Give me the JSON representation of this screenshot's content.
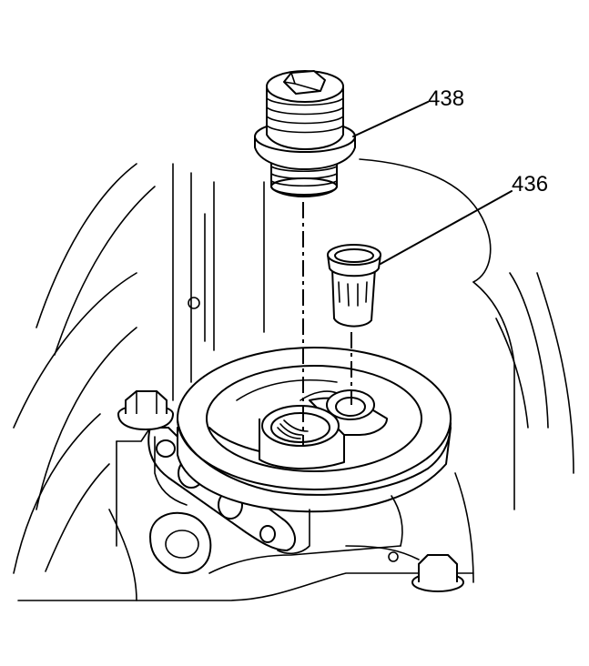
{
  "callouts": [
    {
      "id": "438",
      "label": "438"
    },
    {
      "id": "436",
      "label": "436"
    }
  ]
}
